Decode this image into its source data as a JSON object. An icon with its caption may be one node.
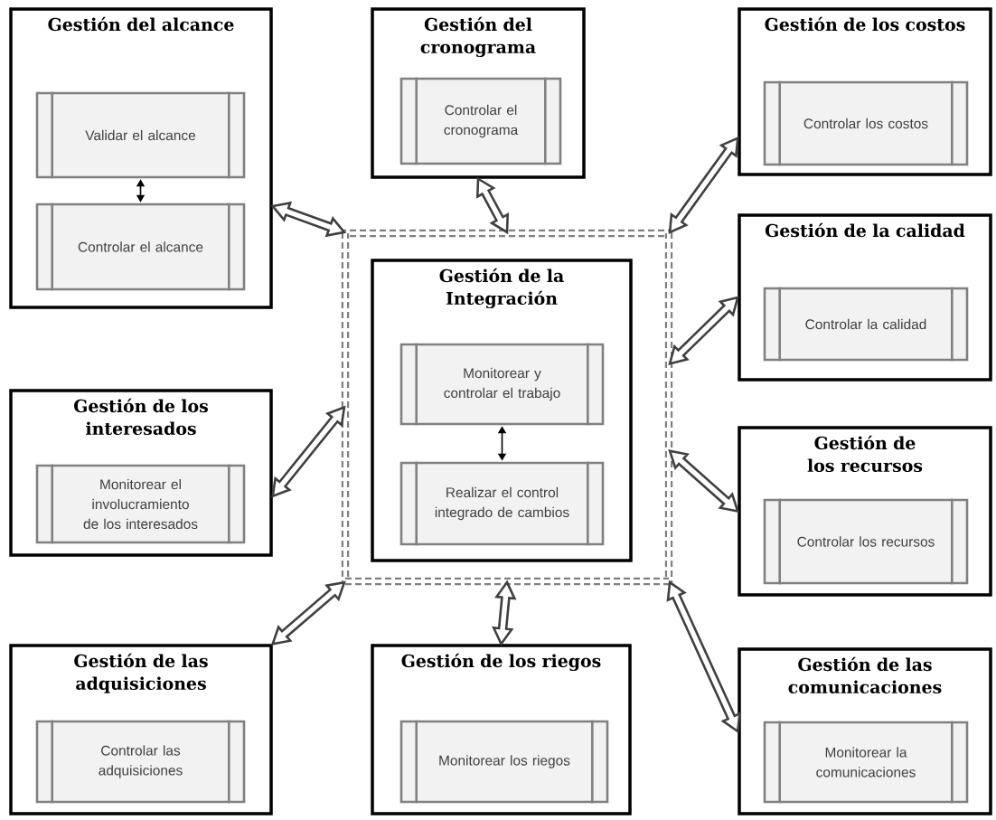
{
  "diagram": {
    "nodes": [
      {
        "text": [
          "Gestión del alcance"
        ]
      },
      {
        "text": [
          "Validar el alcance"
        ],
        "in": 0
      },
      {
        "text": [
          "Controlar el alcance"
        ],
        "in": 0
      },
      {
        "text": [
          "Gestión del cronograma"
        ]
      },
      {
        "text": [
          "Controlar el cronograma"
        ],
        "in": 3
      },
      {
        "text": [
          "Gestión de los costos"
        ]
      },
      {
        "text": [
          "Controlar los costos"
        ],
        "in": 5
      },
      {
        "text": [],
        "shape": "box"
      },
      {
        "text": [
          "Gestión de la Integración"
        ],
        "in": 7
      },
      {
        "text": [
          "Monitorear y controlar el trabajo"
        ],
        "in": 8
      },
      {
        "text": [
          "Realizar el control integrado de cambios"
        ],
        "in": 8
      },
      {
        "text": [
          "Gestión de la calidad"
        ]
      },
      {
        "text": [
          "Controlar la calidad"
        ],
        "in": 11
      },
      {
        "text": [
          "Gestión de los interesados"
        ]
      },
      {
        "text": [
          "Monitorear el involucramiento de los interesados"
        ],
        "in": 13
      },
      {
        "text": [
          "Gestión de los recursos"
        ]
      },
      {
        "text": [
          "Controlar los recursos"
        ],
        "in": 15
      },
      {
        "text": [
          "Gestión de las adquisiciones"
        ]
      },
      {
        "text": [
          "Controlar las adquisiciones"
        ],
        "in": 17
      },
      {
        "text": [
          "Gestión de los riegos"
        ]
      },
      {
        "text": [
          "Monitorear los riegos"
        ],
        "in": 19
      },
      {
        "text": [
          "Gestión de las comunicaciones"
        ]
      },
      {
        "text": [
          "Monitorear la comunicaciones"
        ],
        "in": 21
      }
    ],
    "edges": [
      {
        "from": 1,
        "to": 2,
        "arrow": "both"
      },
      {
        "from": 9,
        "to": 10,
        "arrow": "both"
      },
      {
        "from": 0,
        "to": 7,
        "arrow": "both",
        "style": "thick"
      },
      {
        "from": 3,
        "to": 7,
        "arrow": "both",
        "style": "thick"
      },
      {
        "from": 5,
        "to": 7,
        "arrow": "both",
        "style": "thick"
      },
      {
        "from": 11,
        "to": 7,
        "arrow": "both",
        "style": "thick"
      },
      {
        "from": 13,
        "to": 7,
        "arrow": "both",
        "style": "thick"
      },
      {
        "from": 15,
        "to": 7,
        "arrow": "both",
        "style": "thick"
      },
      {
        "from": 17,
        "to": 7,
        "arrow": "both",
        "style": "thick"
      },
      {
        "from": 19,
        "to": 7,
        "arrow": "both",
        "style": "thick"
      },
      {
        "from": 21,
        "to": 7,
        "arrow": "both",
        "style": "thick"
      }
    ]
  }
}
